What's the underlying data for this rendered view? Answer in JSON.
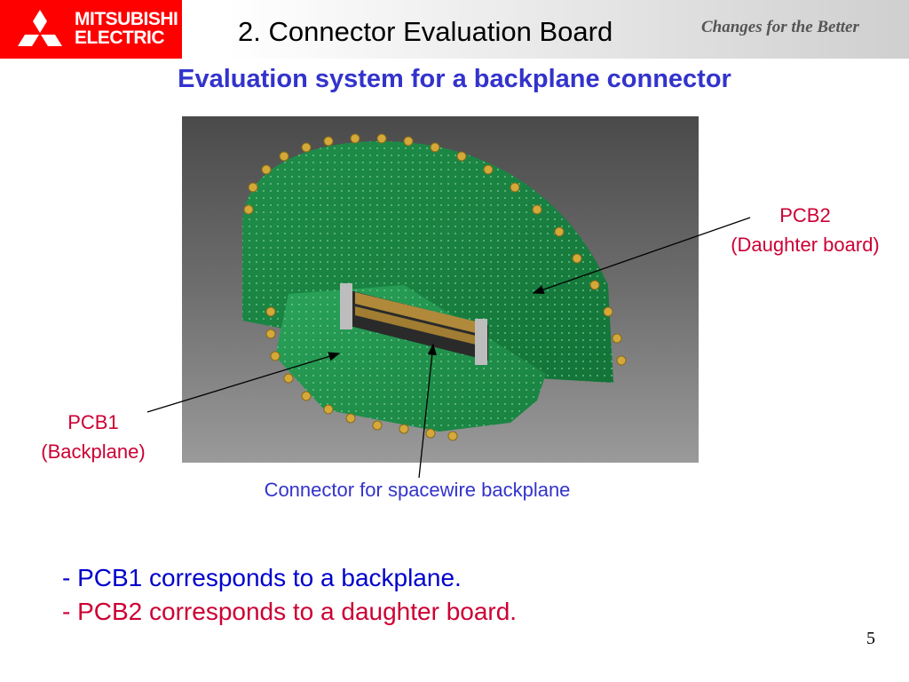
{
  "header": {
    "logo_line1": "MITSUBISHI",
    "logo_line2": "ELECTRIC",
    "title": "2. Connector Evaluation Board",
    "tagline": "Changes for the Better",
    "logo_color": "#ff0000"
  },
  "subtitle": "Evaluation system for a backplane connector",
  "labels": {
    "pcb2_line1": "PCB2",
    "pcb2_line2": "(Daughter board)",
    "pcb1_line1": "PCB1",
    "pcb1_line2": "(Backplane)",
    "connector": "Connector for spacewire backplane"
  },
  "bullets": [
    "- PCB1 corresponds to a backplane.",
    "- PCB2 corresponds to a daughter board."
  ],
  "page_number": "5",
  "colors": {
    "subtitle": "#3333cc",
    "label_red": "#cc0033",
    "bullet_blue": "#0000cc",
    "pcb_green": "#1f8f4a"
  }
}
